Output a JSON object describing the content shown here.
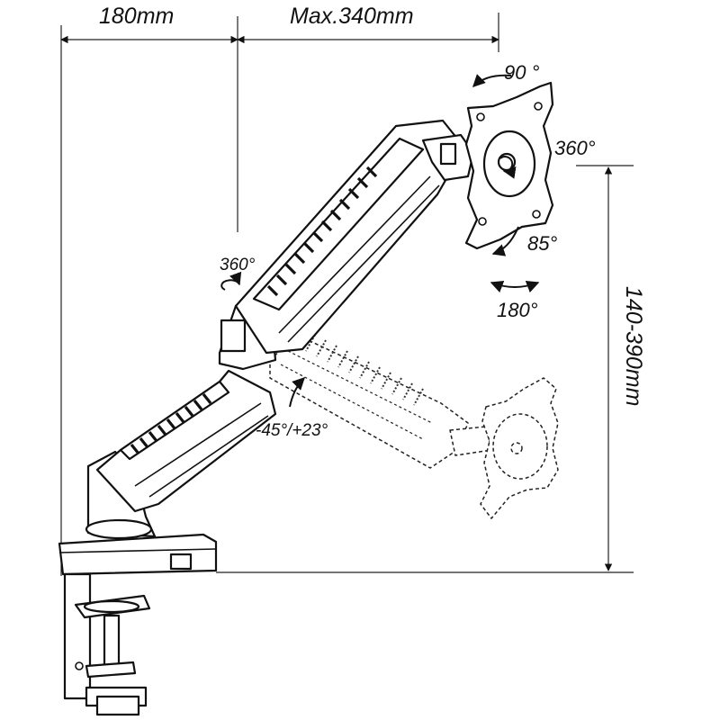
{
  "dimensions": {
    "base_depth": "180mm",
    "arm_reach": "Max.340mm",
    "height_range": "140-390mm"
  },
  "rotations": {
    "vesa_tilt_up": "90 °",
    "vesa_rotation": "360°",
    "vesa_tilt_down": "85°",
    "vesa_swivel": "180°",
    "arm_swivel": "360°",
    "lower_arm_tilt": "-45°/+23°"
  },
  "colors": {
    "line": "#111111",
    "background": "#ffffff"
  }
}
